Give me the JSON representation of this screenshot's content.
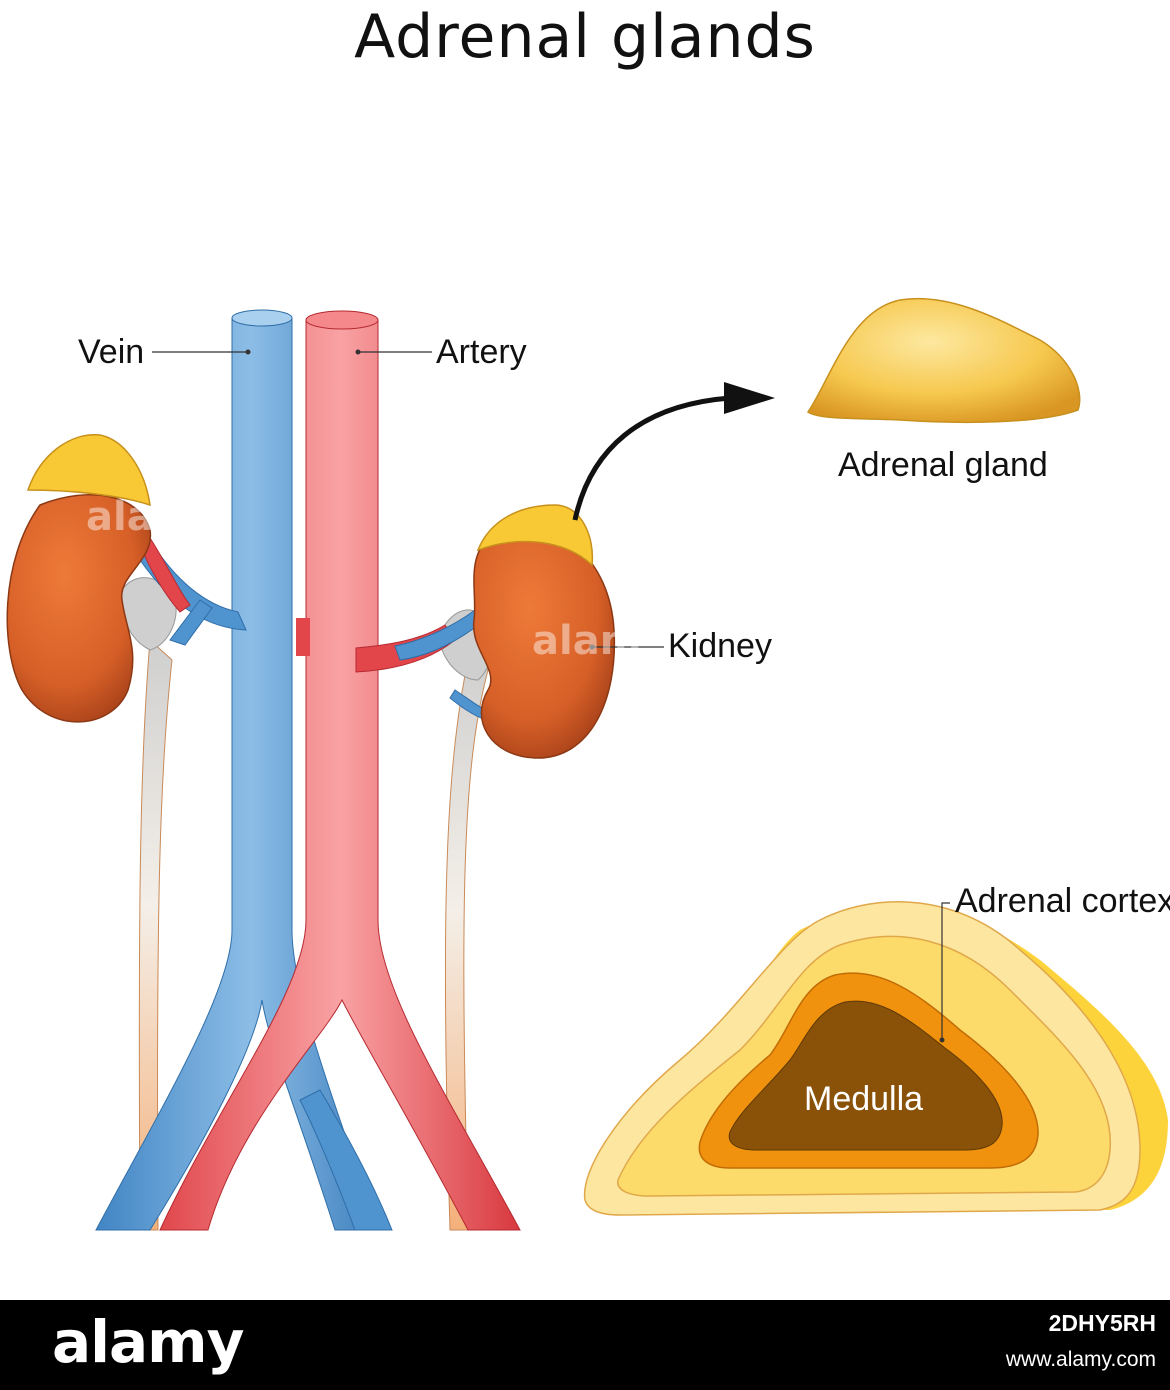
{
  "title": "Adrenal glands",
  "labels": {
    "vein": "Vein",
    "artery": "Artery",
    "adrenal_gland": "Adrenal gland",
    "kidney": "Kidney",
    "adrenal_cortex": "Adrenal cortex",
    "medulla": "Medulla"
  },
  "watermark": {
    "left": "ala",
    "right": "alam"
  },
  "footer": {
    "logo": "alamy",
    "image_id": "2DHY5RH",
    "url": "www.alamy.com"
  },
  "colors": {
    "vein": "#4f93cf",
    "artery": "#e2464b",
    "kidney": "#e0682e",
    "adrenal": "#f8c934",
    "medulla": "#8a5208",
    "cortex_outer": "#fdd33c",
    "cortex_inner": "#fde6a0",
    "ureter": "#f6c79d"
  }
}
